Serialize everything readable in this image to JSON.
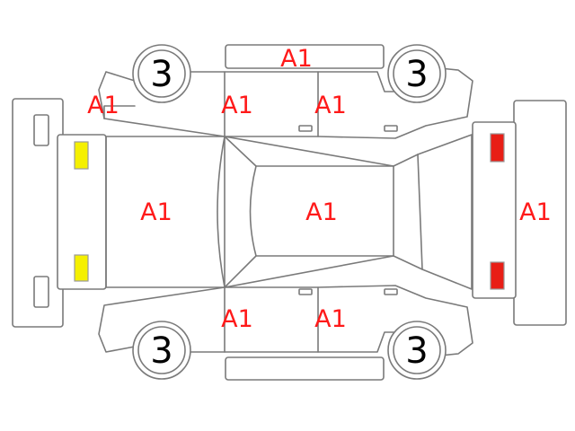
{
  "colors": {
    "outline": "#7a7a7a",
    "damage_code_text": "#ff1a1a",
    "wheel_code_text": "#000000",
    "front_lamp": "#f5f000",
    "rear_lamp": "#e81e16"
  },
  "damage_codes": {
    "top_bumper_side": "A1",
    "front_left_fender": "A1",
    "front_left_door": "A1",
    "rear_left_door": "A1",
    "hood": "A1",
    "roof": "A1",
    "rear_bumper": "A1",
    "front_right_door": "A1",
    "rear_right_door": "A1"
  },
  "wheel_codes": {
    "front_left": "3",
    "rear_left": "3",
    "front_right": "3",
    "rear_right": "3"
  }
}
